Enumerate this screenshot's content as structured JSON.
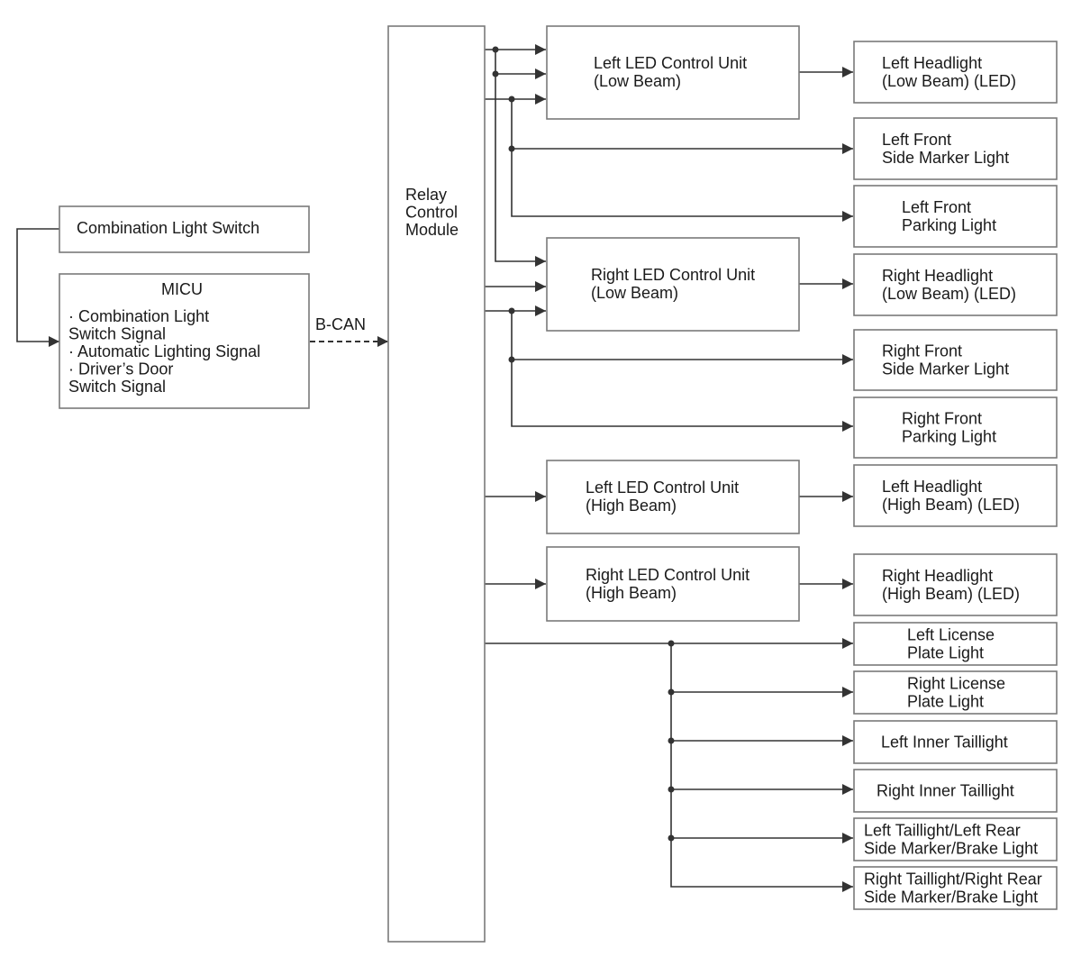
{
  "combination_switch": {
    "lines": [
      "Combination Light Switch"
    ]
  },
  "micu": {
    "title": "MICU",
    "lines": [
      "· Combination Light",
      "Switch Signal",
      " · Automatic Lighting Signal",
      "· Driver’s Door",
      "Switch Signal"
    ]
  },
  "bus_label": "B-CAN",
  "relay": {
    "lines": [
      "Relay",
      "Control",
      "Module"
    ]
  },
  "control_units": [
    {
      "lines": [
        "Left LED Control Unit",
        "(Low Beam)"
      ]
    },
    {
      "lines": [
        "Right LED Control Unit",
        "(Low Beam)"
      ]
    },
    {
      "lines": [
        "Left LED Control Unit",
        "(High Beam)"
      ]
    },
    {
      "lines": [
        "Right LED Control Unit",
        "(High Beam)"
      ]
    }
  ],
  "outputs": [
    {
      "lines": [
        "Left Headlight",
        "(Low Beam) (LED)"
      ]
    },
    {
      "lines": [
        "Left Front",
        "Side Marker Light"
      ]
    },
    {
      "lines": [
        "Left Front",
        "Parking Light"
      ]
    },
    {
      "lines": [
        "Right Headlight",
        "(Low Beam) (LED)"
      ]
    },
    {
      "lines": [
        "Right Front",
        "Side Marker Light"
      ]
    },
    {
      "lines": [
        "Right Front",
        "Parking Light"
      ]
    },
    {
      "lines": [
        "Left Headlight",
        "(High Beam) (LED)"
      ]
    },
    {
      "lines": [
        "Right Headlight",
        "(High Beam) (LED)"
      ]
    },
    {
      "lines": [
        "Left License",
        "Plate Light"
      ]
    },
    {
      "lines": [
        "Right License",
        "Plate Light"
      ]
    },
    {
      "lines": [
        "Left Inner Taillight"
      ]
    },
    {
      "lines": [
        "Right Inner Taillight"
      ]
    },
    {
      "lines": [
        "Left Taillight/Left Rear",
        "Side Marker/Brake Light"
      ]
    },
    {
      "lines": [
        "Right Taillight/Right Rear",
        "Side Marker/Brake Light"
      ]
    }
  ]
}
